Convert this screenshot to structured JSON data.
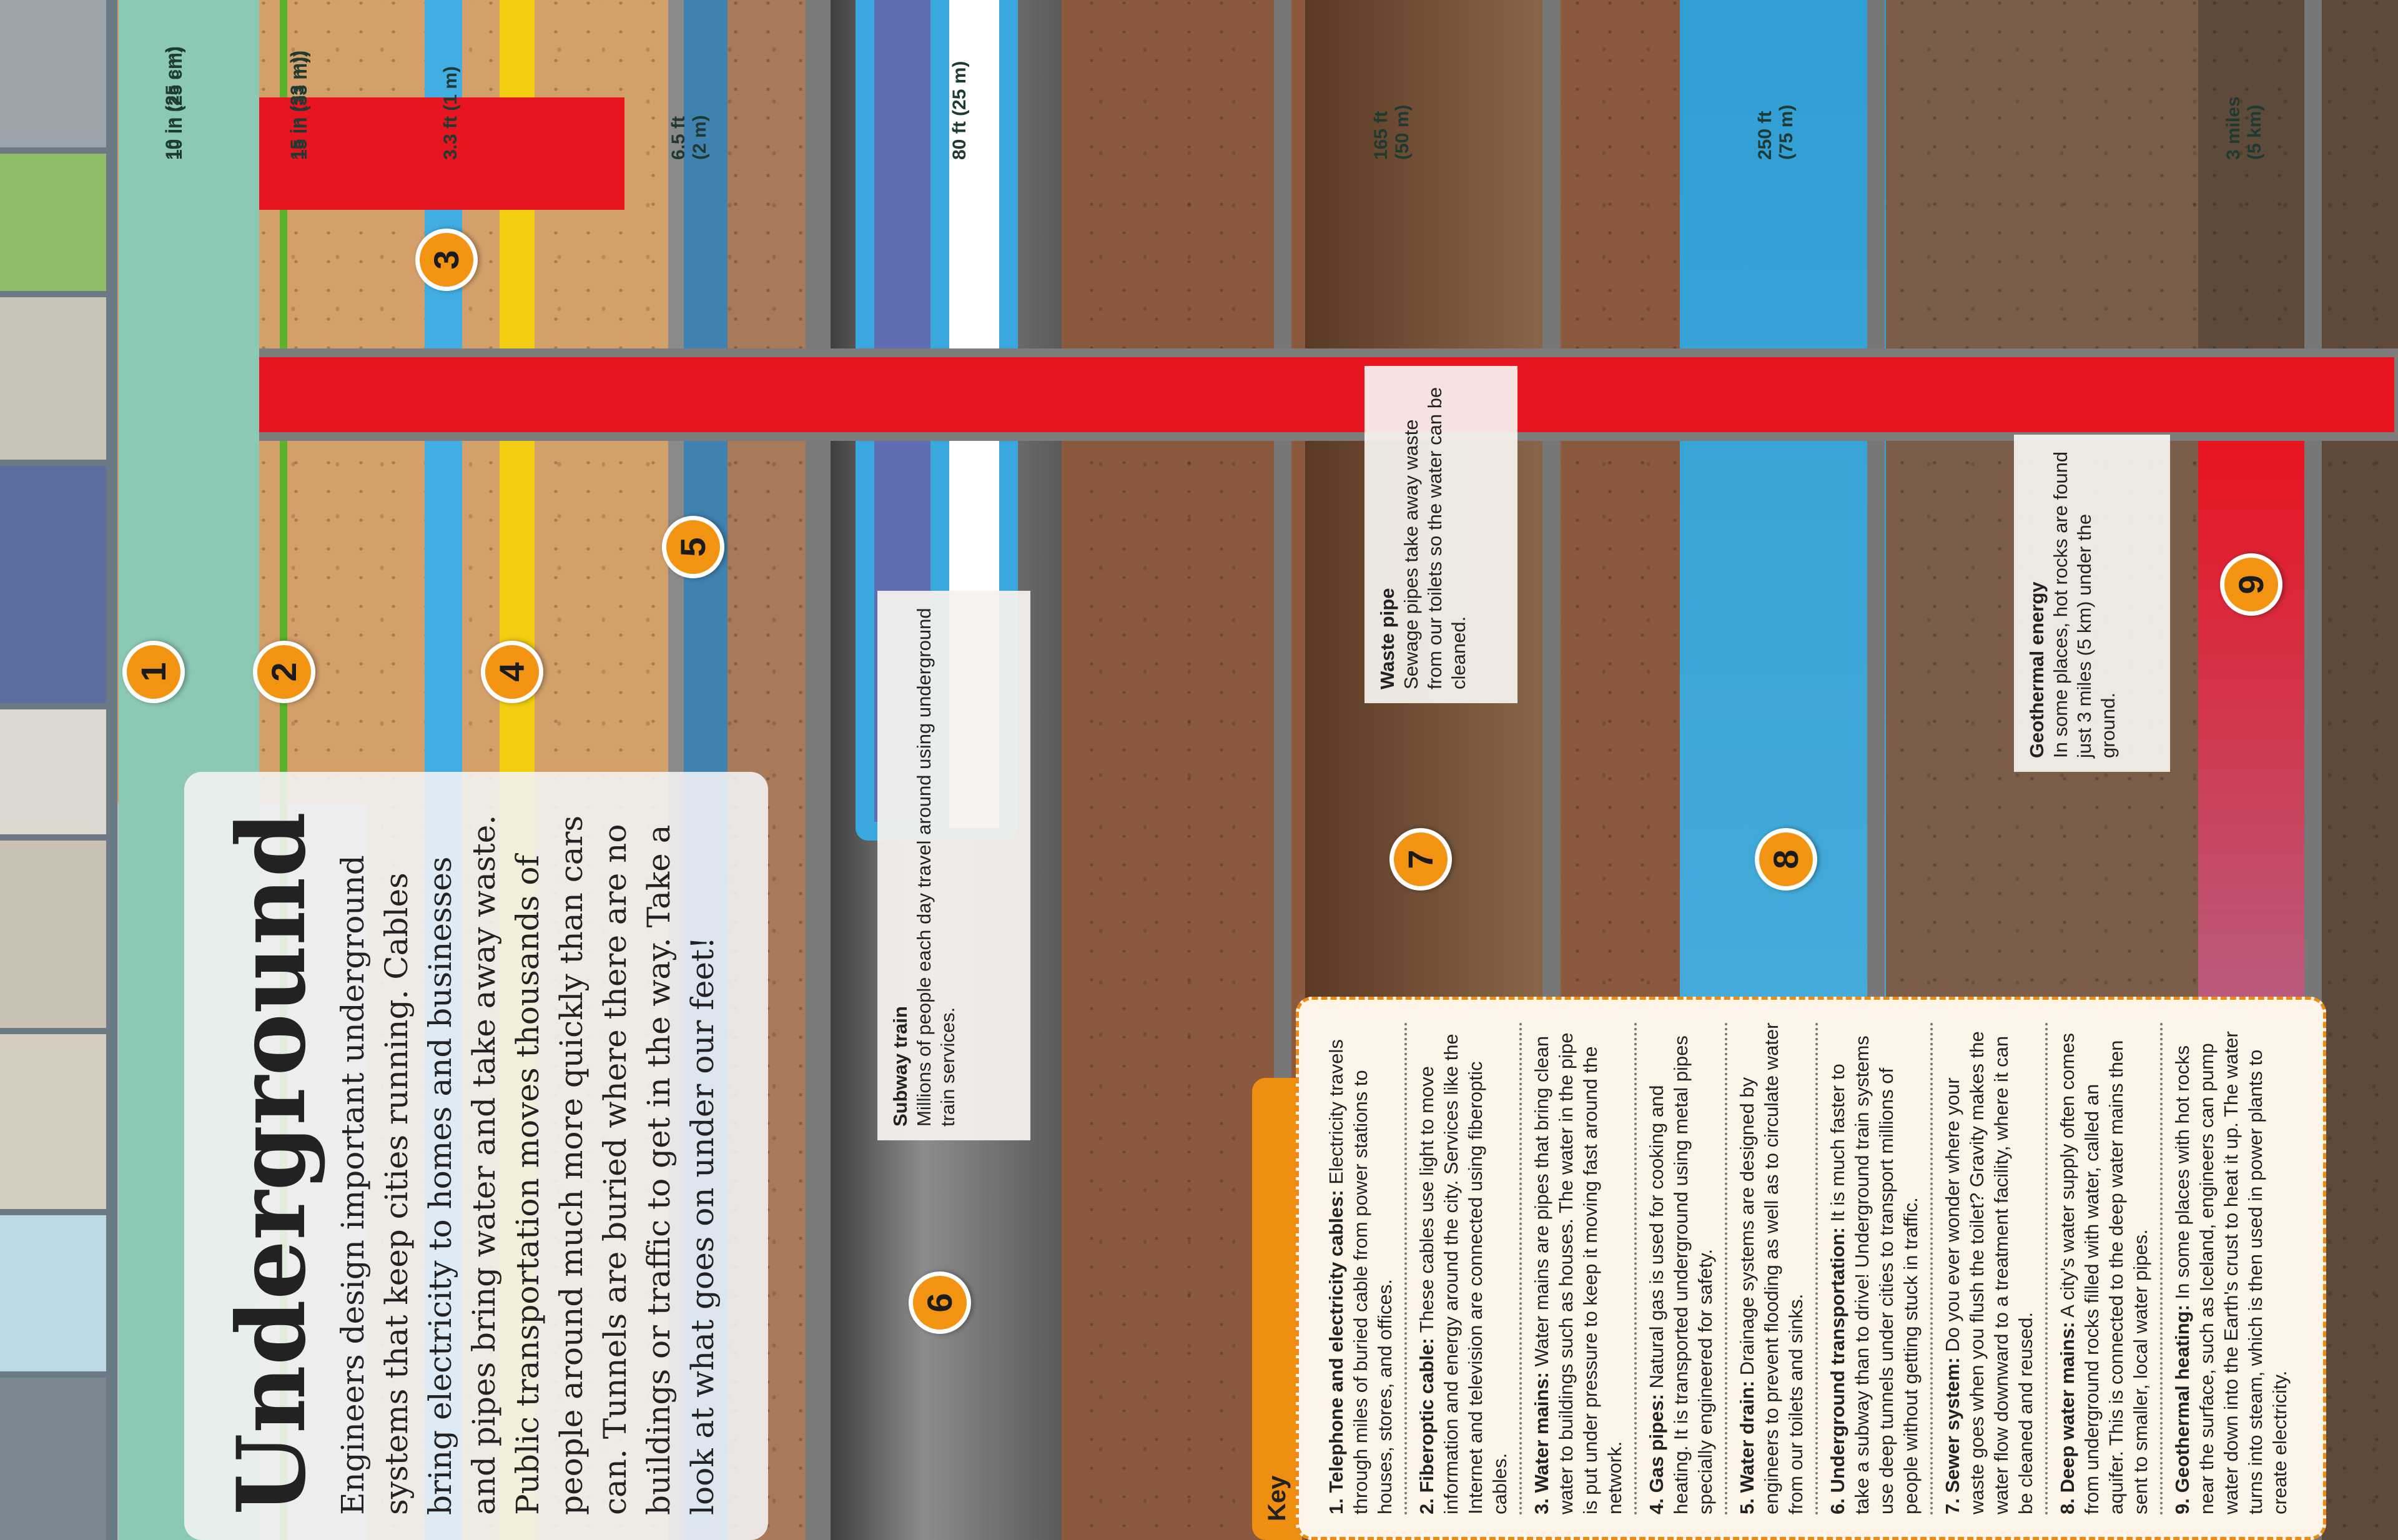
{
  "title": "Underground",
  "intro": "Engineers design important underground systems that keep cities running. Cables bring electricity to homes and businesses and pipes bring water and take away waste. Public transportation moves thousands of people around much more quickly than cars can. Tunnels are buried where there are no buildings or traffic to get in the way. Take a look at what goes on under our feet!",
  "depth_scale": [
    {
      "label": "10 in (25 cm)"
    },
    {
      "label": "15 in (33 m))"
    },
    {
      "label": "3.3 ft (1 m)"
    },
    {
      "label": "6.5 ft",
      "label2": "(2 m)"
    },
    {
      "label": "80 ft (25 m)"
    },
    {
      "label": "165 ft",
      "label2": "(50 m)"
    },
    {
      "label": "250 ft",
      "label2": "(75 m)"
    },
    {
      "label": "3 miles",
      "label2": "(5 km)"
    }
  ],
  "badges": [
    "1",
    "2",
    "3",
    "4",
    "5",
    "6",
    "7",
    "8",
    "9"
  ],
  "callouts": {
    "subway": {
      "title": "Subway train",
      "text": "Millions of people each day travel around using underground train services."
    },
    "waste": {
      "title": "Waste pipe",
      "text": "Sewage pipes take away waste from our toilets so the water can be cleaned."
    },
    "geo": {
      "title": "Geothermal energy",
      "text": "In some places, hot rocks are found just 3 miles (5 km) under the ground."
    }
  },
  "key": {
    "tab": "Key",
    "items": [
      {
        "term": "1. Telephone and electricity cables:",
        "text": " Electricity travels through miles of buried cable from power stations to houses, stores, and offices."
      },
      {
        "term": "2. Fiberoptic cable:",
        "text": " These cables use light to move information and energy around the city. Services like the Internet and television are connected using fiberoptic cables."
      },
      {
        "term": "3. Water mains:",
        "text": " Water mains are pipes that bring clean water to buildings such as houses. The water in the pipe is put under pressure to keep it moving fast around the network."
      },
      {
        "term": "4. Gas pipes:",
        "text": " Natural gas is used for cooking and heating. It is transported underground using metal pipes specially engineered for safety."
      },
      {
        "term": "5. Water drain:",
        "text": " Drainage systems are designed by engineers to prevent flooding as well as to circulate water from our toilets and sinks."
      },
      {
        "term": "6. Underground transportation:",
        "text": " It is much faster to take a subway than to drive! Underground train systems use deep tunnels under cities to transport millions of people without getting stuck in traffic."
      },
      {
        "term": "7. Sewer system:",
        "text": " Do you ever wonder where your waste goes when you flush the toilet? Gravity makes the water flow downward to a treatment facility, where it can be cleaned and reused."
      },
      {
        "term": "8. Deep water mains:",
        "text": " A city's water supply often comes from underground rocks filled with water, called an aquifer. This is connected to the deep water mains then sent to smaller, local water pipes."
      },
      {
        "term": "9. Geothermal heating:",
        "text": " In some places with hot rocks near the surface, such as Iceland, engineers can pump water down into the Earth's crust to heat it up. The water turns into steam, which is then used in power plants to create electricity."
      }
    ]
  },
  "colors": {
    "scale": "#8bc9b5",
    "accent": "#f29412",
    "pipe_red": "#e8141f",
    "pipe_blue": "#41aee3",
    "gas": "#f2cd12"
  }
}
